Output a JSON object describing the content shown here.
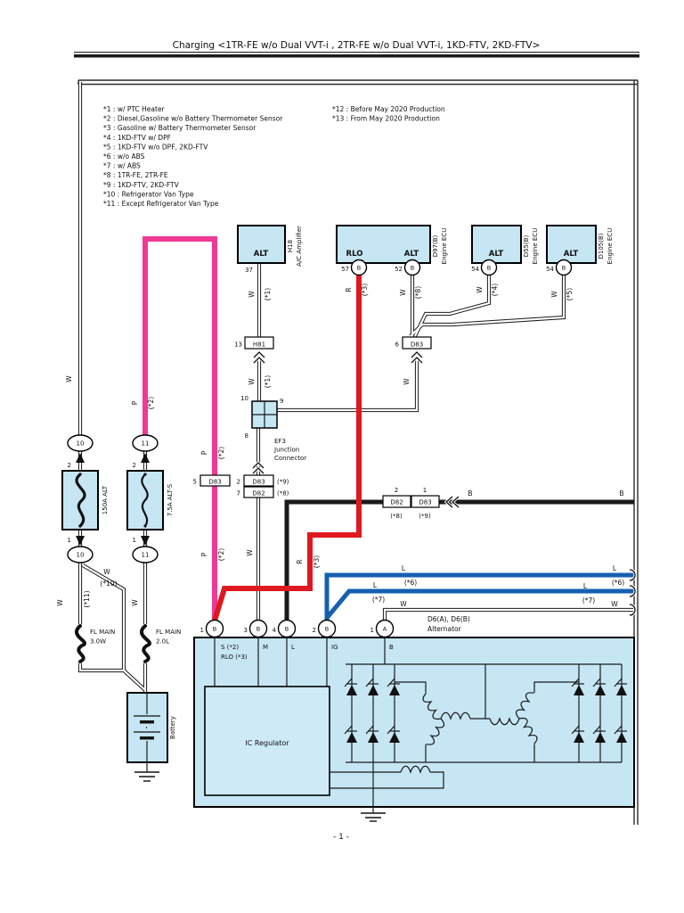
{
  "page": {
    "title": "Charging <1TR-FE w/o Dual VVT-i , 2TR-FE w/o Dual VVT-i, 1KD-FTV, 2KD-FTV>",
    "page_number": "- 1 -"
  },
  "notes": [
    "*1 : w/ PTC Heater",
    "*2 : Diesel,Gasoline w/o Battery Thermometer Sensor",
    "*3 : Gasoline w/ Battery Thermometer Sensor",
    "*4 : 1KD-FTV w/ DPF",
    "*5 : 1KD-FTV w/o DPF, 2KD-FTV",
    "*6 : w/o ABS",
    "*7 : w/ ABS",
    "*8 : 1TR-FE, 2TR-FE",
    "*9 : 1KD-FTV, 2KD-FTV",
    "*10 : Refrigerator Van Type",
    "*11 : Except Refrigerator Van Type"
  ],
  "notes_right": [
    "*12 : Before May 2020 Production",
    "*13 : From May 2020 Production"
  ],
  "wire": {
    "W": "W",
    "P": "P",
    "R": "R",
    "B": "B",
    "L": "L"
  },
  "ref": {
    "r1": "(*1)",
    "r2": "(*2)",
    "r3": "(*3)",
    "r4": "(*4)",
    "r5": "(*5)",
    "r6": "(*6)",
    "r7": "(*7)",
    "r8": "(*8)",
    "r9": "(*9)",
    "r10": "(*10)",
    "r11": "(*11)"
  },
  "colors": {
    "box_fill": "#c6e6f4",
    "pink": "#ee3a93",
    "red": "#e0181f",
    "blue": "#1560b0",
    "black": "#1a1a1a"
  },
  "components": {
    "ac_amp": {
      "label": "ALT",
      "pin": "37",
      "code": "H18",
      "desc": "A/C Amplifier"
    },
    "ecu_main": {
      "rlo": "RLO",
      "alt": "ALT",
      "pin_rlo": "57",
      "pin_alt": "52",
      "term": "B",
      "code": "D97(B)",
      "desc": "Engine ECU"
    },
    "ecu_b": {
      "label": "ALT",
      "pin": "54",
      "term": "B",
      "code": "D55(B)",
      "desc": "Engine ECU"
    },
    "ecu_c": {
      "label": "ALT",
      "pin": "54",
      "term": "B",
      "code": "D105(B)",
      "desc": "Engine ECU"
    },
    "h81": {
      "pin": "13",
      "code": "H81"
    },
    "d83_top": {
      "pin": "6",
      "code": "D83"
    },
    "junction": {
      "pin_top": "10",
      "pin_right": "9",
      "pin_bottom": "8",
      "code": "EF3",
      "desc1": "Junction",
      "desc2": "Connector"
    },
    "d83_pink": {
      "pin": "5",
      "code": "D83"
    },
    "stack": {
      "pin1": "2",
      "code1": "D83",
      "ref1": "(*9)",
      "pin2": "7",
      "code2": "D82",
      "ref2": "(*8)"
    },
    "bconn": {
      "pin1": "2",
      "code1": "D82",
      "ref1": "(*8)",
      "pin2": "1",
      "code2": "D83",
      "ref2": "(*9)"
    },
    "fuse_alt": {
      "name": "150A ALT",
      "oval": "10",
      "pin_top": "2",
      "pin_bottom": "1"
    },
    "fuse_alts": {
      "name": "7.5A ALT-S",
      "oval": "11",
      "pin_top": "2",
      "pin_bottom": "1"
    },
    "fl1": {
      "name": "FL MAIN",
      "size": "3.0W"
    },
    "fl2": {
      "name": "FL MAIN",
      "size": "2.0L"
    },
    "battery": {
      "name": "Battery"
    },
    "alternator": {
      "code": "D6(A), D6(B)",
      "name": "Alternator",
      "regulator": "IC Regulator",
      "pin_s_num": "1",
      "pin_s_term": "B",
      "pin_s_label1": "S (*2)",
      "pin_s_label2": "RLO (*3)",
      "pin_m_num": "3",
      "pin_m_term": "B",
      "pin_m_label": "M",
      "pin_l_num": "4",
      "pin_l_term": "B",
      "pin_l_label": "L",
      "pin_ig_num": "2",
      "pin_ig_term": "B",
      "pin_ig_label": "IG",
      "pin_b_num": "1",
      "pin_b_term": "A",
      "pin_b_label": "B"
    }
  }
}
